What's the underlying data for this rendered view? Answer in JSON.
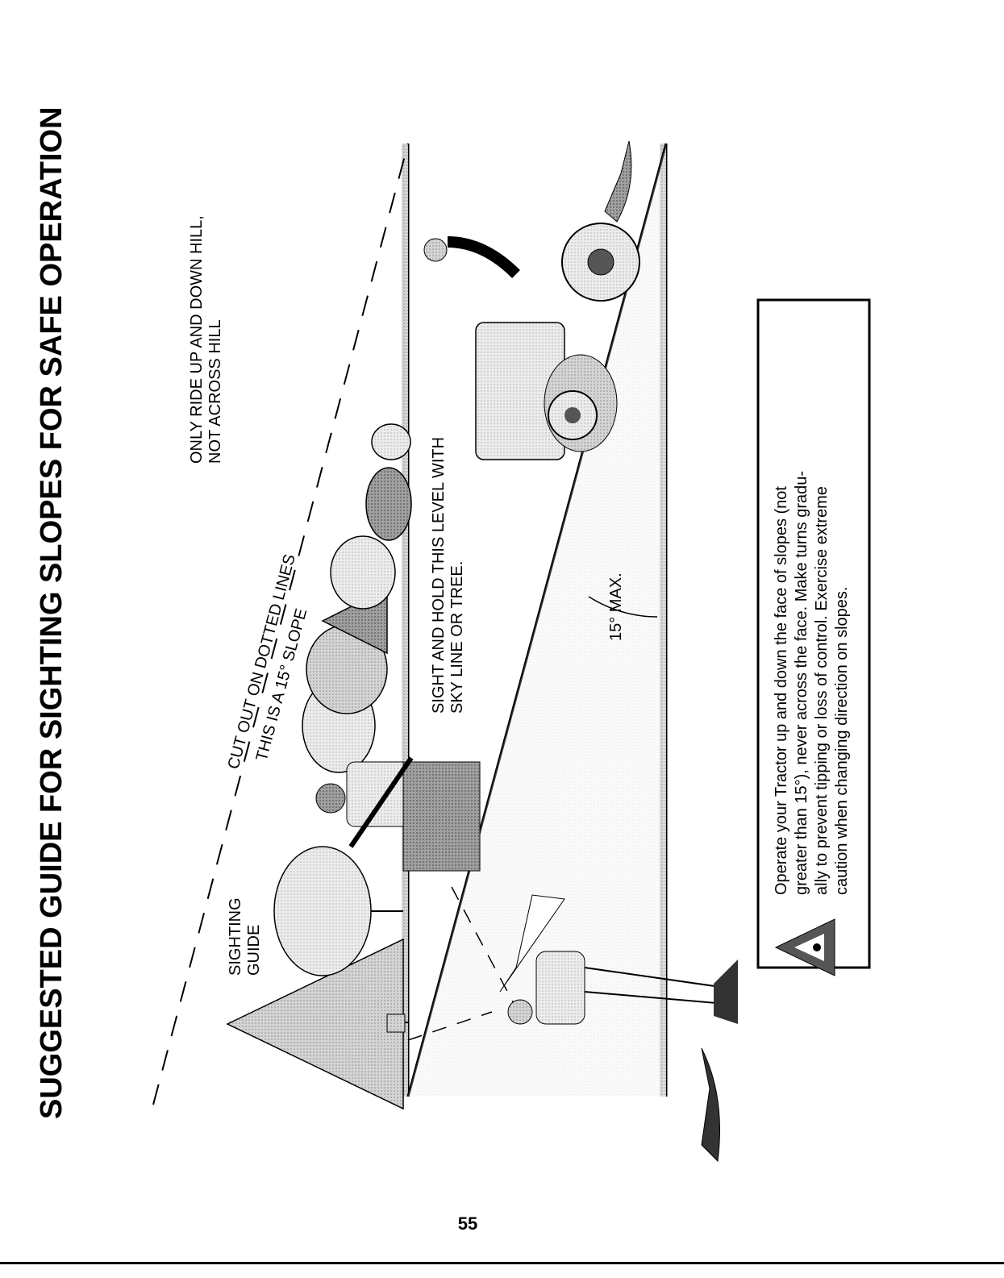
{
  "title": "SUGGESTED GUIDE FOR SIGHTING SLOPES FOR SAFE OPERATION",
  "labels": {
    "only_ride_1": "ONLY RIDE UP AND DOWN HILL,",
    "only_ride_2": "NOT ACROSS HILL",
    "cut_out": "CUT OUT ON DOTTED LINES",
    "this_is": "THIS IS A 15° SLOPE",
    "sighting_1": "SIGHTING",
    "sighting_2": "GUIDE",
    "sight_hold_1": "SIGHT AND HOLD THIS LEVEL WITH",
    "sight_hold_2": "SKY LINE OR TREE.",
    "max": "15° MAX."
  },
  "warning": {
    "icon": "warning-triangle-icon",
    "lines": [
      "Operate your Tractor up and down the face of slopes (not",
      "greater than 15°), never across the face. Make turns gradu-",
      "ally to prevent tipping or loss of control. Exercise extreme",
      "caution when changing direction on slopes."
    ]
  },
  "page_number": "55"
}
